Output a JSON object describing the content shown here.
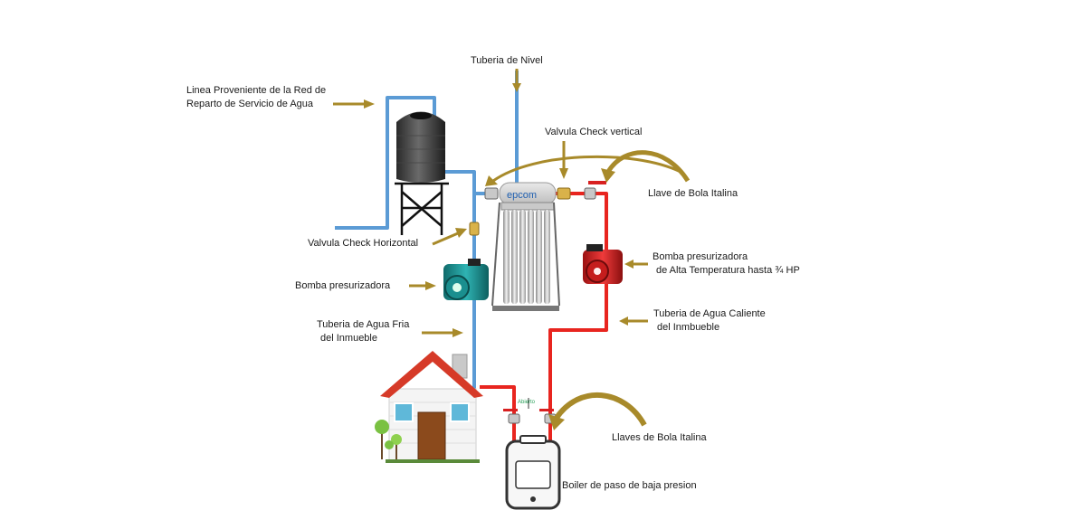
{
  "labels": {
    "linea_red": [
      "Linea Proveniente de la Red de",
      "Reparto de Servicio de Agua"
    ],
    "tuberia_nivel": "Tuberia de Nivel",
    "valvula_check_vertical": "Valvula Check vertical",
    "llave_bola_italina": "Llave de Bola Italina",
    "valvula_check_horizontal": "Valvula Check Horizontal",
    "bomba_presurizadora": "Bomba presurizadora",
    "bomba_alta_temp": [
      "Bomba presurizadora",
      "de Alta Temperatura hasta ¾ HP"
    ],
    "tuberia_fria": [
      "Tuberia de Agua Fria",
      "del Inmueble"
    ],
    "tuberia_caliente": [
      "Tuberia de Agua Caliente",
      "del Inmbueble"
    ],
    "llaves_bola_italina": "Llaves de Bola Italina",
    "boiler": "Boiler de paso de baja presion",
    "brand": "epcom",
    "abierto": "Abierto"
  },
  "colors": {
    "cold_pipe": "#5b9bd5",
    "hot_pipe": "#e8251f",
    "arrow": "#a88a2a"
  }
}
